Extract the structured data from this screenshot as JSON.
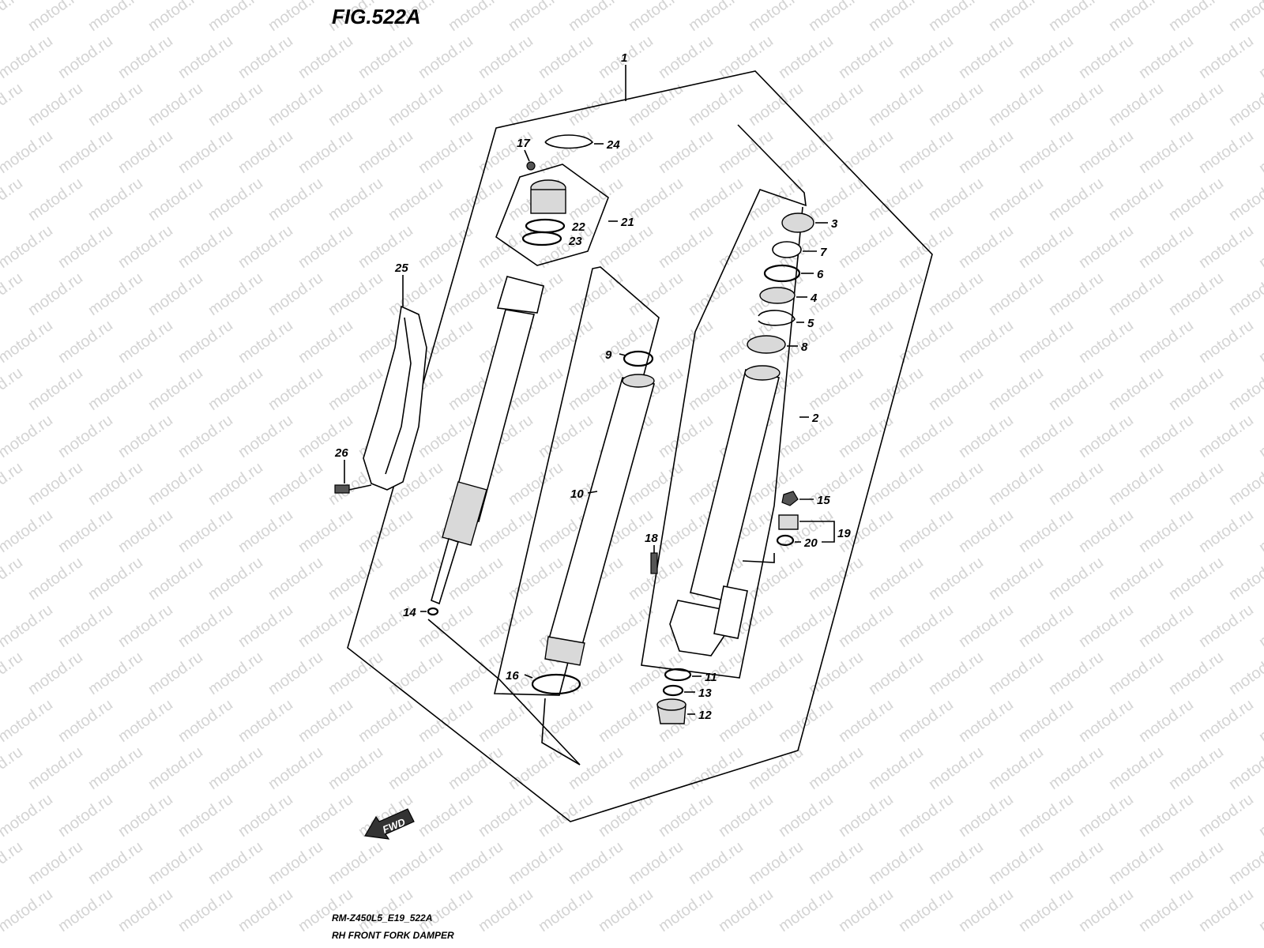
{
  "figure": {
    "title": "FIG.522A",
    "model_code": "RM-Z450L5_E19_522A",
    "caption": "RH FRONT FORK DAMPER"
  },
  "watermark": {
    "text": "motod.ru"
  },
  "direction_arrow": {
    "label": "FWD"
  },
  "callouts": [
    "1",
    "2",
    "3",
    "4",
    "5",
    "6",
    "7",
    "8",
    "9",
    "10",
    "11",
    "12",
    "13",
    "14",
    "15",
    "16",
    "17",
    "18",
    "19",
    "20",
    "21",
    "22",
    "23",
    "24",
    "25",
    "26"
  ]
}
